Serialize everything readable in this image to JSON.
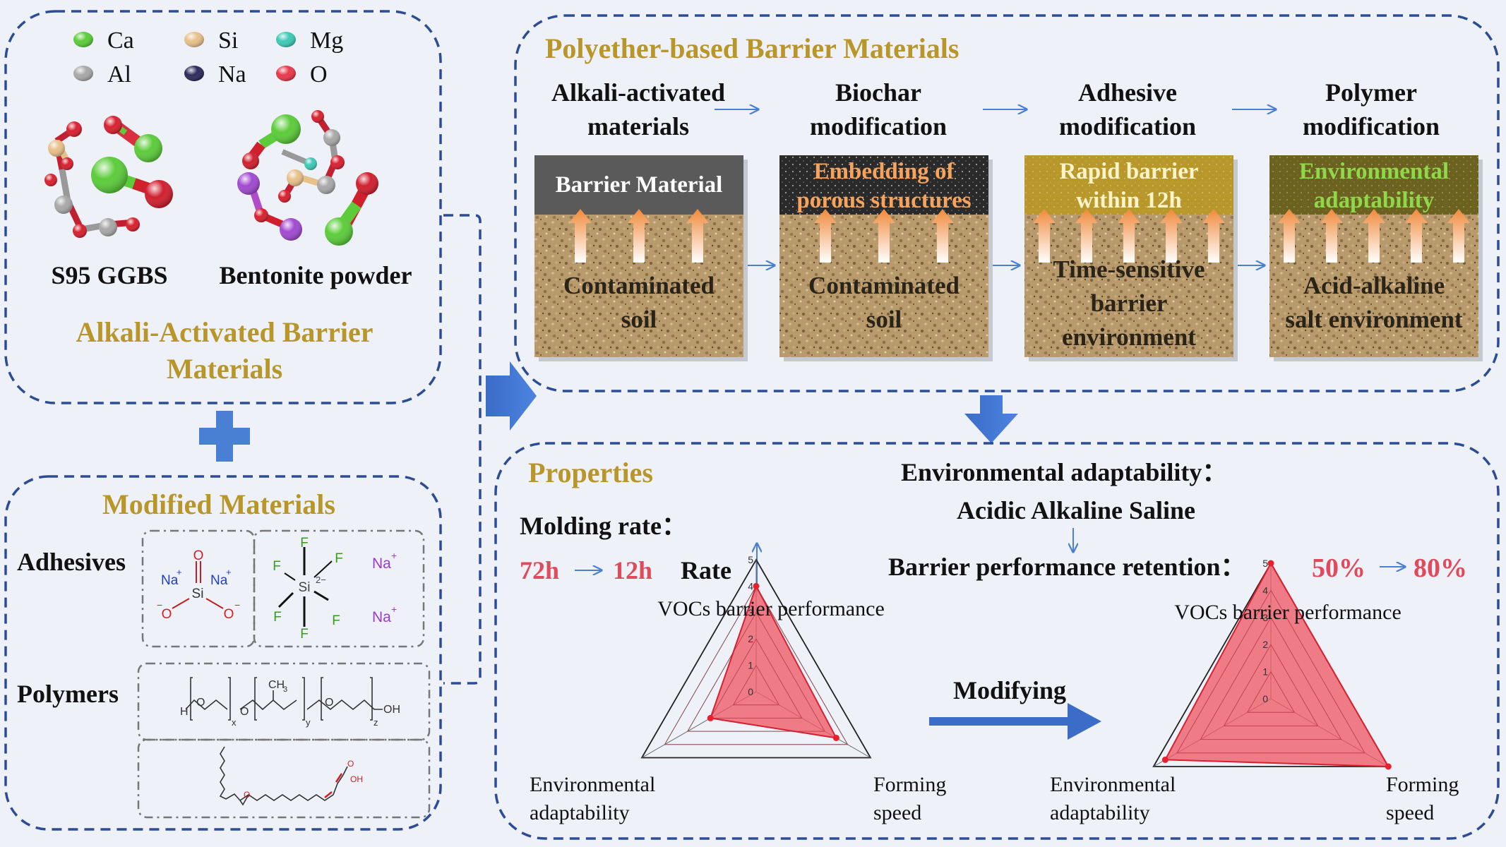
{
  "elements": [
    {
      "symbol": "Ca",
      "color": "#5ccc3a"
    },
    {
      "symbol": "Si",
      "color": "#e8c08a"
    },
    {
      "symbol": "Mg",
      "color": "#3ec9b5"
    },
    {
      "symbol": "Al",
      "color": "#a8a8a8"
    },
    {
      "symbol": "Na",
      "color": "#2e2a5c"
    },
    {
      "symbol": "O",
      "color": "#e8384a"
    }
  ],
  "raw_materials": {
    "ggbs": "S95 GGBS",
    "bentonite": "Bentonite powder",
    "title_line1": "Alkali-Activated Barrier",
    "title_line2": "Materials"
  },
  "modified": {
    "title": "Modified Materials",
    "adhesives_label": "Adhesives",
    "polymers_label": "Polymers",
    "na": "Na",
    "plus": "+",
    "o": "O",
    "si": "Si",
    "f": "F",
    "si_charge": "2−",
    "peg_h": "H",
    "peg_o": "O",
    "peg_oh": "OH",
    "peg_ch3": "CH",
    "peg_ch3_sub": "3",
    "peg_x": "x",
    "peg_y": "y",
    "peg_z": "z",
    "acid_o": "O",
    "acid_oh": "OH"
  },
  "polyether": {
    "title": "Polyether-based Barrier Materials",
    "stages": [
      {
        "line1": "Alkali-activated",
        "line2": "materials",
        "top1": "Barrier Material",
        "top2": "",
        "soil1": "Contaminated",
        "soil2": "soil",
        "soil3": "",
        "top_color": "#5a5a5a",
        "top_text": "#ffffff"
      },
      {
        "line1": "Biochar",
        "line2": "modification",
        "top1": "Embedding of",
        "top2": "porous structures",
        "soil1": "Contaminated",
        "soil2": "soil",
        "soil3": "",
        "top_color": "#2a2a2a",
        "top_text": "#f7a35c"
      },
      {
        "line1": "Adhesive",
        "line2": "modification",
        "top1": "Rapid barrier",
        "top2": "within 12h",
        "soil1": "Time-sensitive",
        "soil2": "barrier",
        "soil3": "environment",
        "top_color": "#b8982a",
        "top_text": "#fff3c8"
      },
      {
        "line1": "Polymer",
        "line2": "modification",
        "top1": "Environmental",
        "top2": "adaptability",
        "soil1": "Acid-alkaline",
        "soil2": "salt environment",
        "soil3": "",
        "top_color": "#6b6220",
        "top_text": "#8fd84a"
      }
    ]
  },
  "properties": {
    "title": "Properties",
    "molding_label": "Molding rate：",
    "molding_from": "72h",
    "molding_to": "12h",
    "rate_label": "Rate",
    "env_label": "Environmental adaptability：",
    "env_conditions": "Acidic Alkaline Saline",
    "retention_label": "Barrier performance retention：",
    "retention_from": "50%",
    "retention_to": "80%",
    "modifying_label": "Modifying",
    "accent_red": "#e04a5a"
  },
  "chart_data": [
    {
      "type": "radar",
      "axes": [
        "VOCs barrier performance",
        "Forming speed",
        "Environmental adaptability"
      ],
      "axis_label_lines": [
        [
          "VOCs barrier performance"
        ],
        [
          "Forming",
          "speed"
        ],
        [
          "Environmental",
          "adaptability"
        ]
      ],
      "scale_max": 5,
      "ticks": [
        "0",
        "1",
        "2",
        "3",
        "4",
        "5"
      ],
      "series": [
        {
          "values": [
            4,
            3.5,
            2
          ]
        }
      ]
    },
    {
      "type": "radar",
      "axes": [
        "VOCs barrier performance",
        "Forming speed",
        "Environmental adaptability"
      ],
      "axis_label_lines": [
        [
          "VOCs barrier performance"
        ],
        [
          "Forming",
          "speed"
        ],
        [
          "Environmental",
          "adaptability"
        ]
      ],
      "scale_max": 5,
      "ticks": [
        "0",
        "1",
        "2",
        "3",
        "4",
        "5"
      ],
      "series": [
        {
          "values": [
            5,
            5,
            4.5
          ]
        }
      ]
    }
  ]
}
